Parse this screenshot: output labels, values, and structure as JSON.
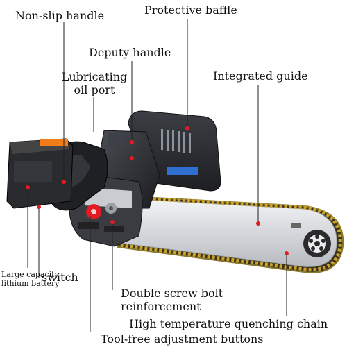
{
  "labels": {
    "non_slip_handle": "Non-slip handle",
    "protective_baffle": "Protective baffle",
    "deputy_handle": "Deputy handle",
    "lubricating_oil_port_line1": "Lubricating",
    "lubricating_oil_port_line2": "oil port",
    "integrated_guide": "Integrated guide",
    "switch": "switch",
    "battery_line1": "Large capacity",
    "battery_line2": "lithium battery",
    "double_screw_line1": "Double screw bolt",
    "double_screw_line2": "reinforcement",
    "quenching_chain": "High temperature quenching chain",
    "tool_free_buttons": "Tool-free adjustment buttons"
  },
  "colors": {
    "leader_line": "#222222",
    "marker": "#e31b23",
    "battery_accent": "#f07c1a",
    "body_dark": "#2a2c31",
    "bar_silver": "#d9dce0",
    "chain_gold": "#c9a227"
  }
}
